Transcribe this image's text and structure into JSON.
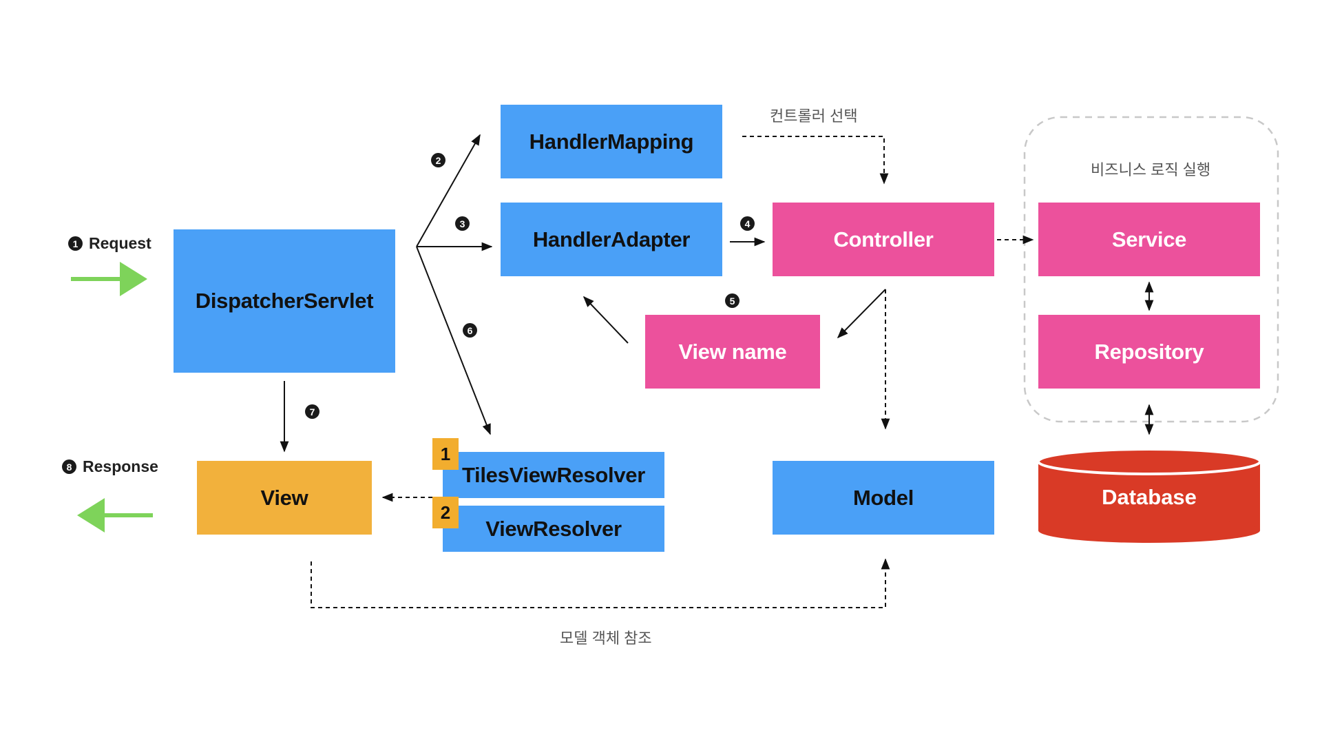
{
  "nodes": {
    "dispatcher_servlet": "DispatcherServlet",
    "handler_mapping": "HandlerMapping",
    "handler_adapter": "HandlerAdapter",
    "controller": "Controller",
    "service": "Service",
    "repository": "Repository",
    "database": "Database",
    "view_name": "View name",
    "view": "View",
    "tiles_view_resolver": "TilesViewResolver",
    "view_resolver": "ViewResolver",
    "model": "Model"
  },
  "resolver_order": {
    "first": "1",
    "second": "2"
  },
  "steps": {
    "s1": "1",
    "s2": "2",
    "s3": "3",
    "s4": "4",
    "s5": "5",
    "s6": "6",
    "s7": "7",
    "s8": "8"
  },
  "io": {
    "request": "Request",
    "response": "Response"
  },
  "annotations": {
    "controller_select": "컨트롤러 선택",
    "business_logic": "비즈니스 로직 실행",
    "model_reference": "모델 객체 참조"
  },
  "colors": {
    "blue": "#4aa0f7",
    "pink": "#ec519c",
    "orange": "#f2b13c",
    "database_red": "#d93a26",
    "arrow_green": "#7ed35a"
  }
}
